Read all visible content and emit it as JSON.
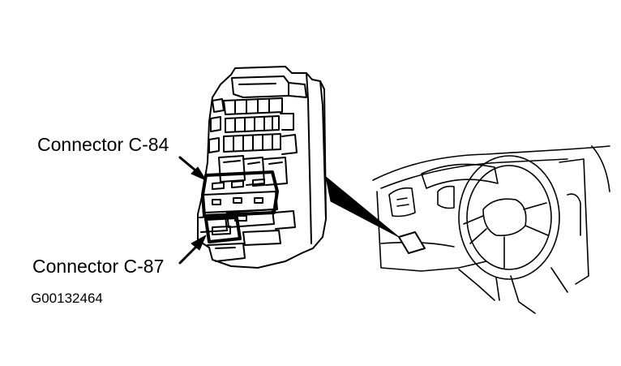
{
  "labels": {
    "connector_c84": "Connector C-84",
    "connector_c87": "Connector C-87",
    "figure_code": "G00132464"
  },
  "colors": {
    "line": "#000000",
    "background": "#ffffff"
  }
}
